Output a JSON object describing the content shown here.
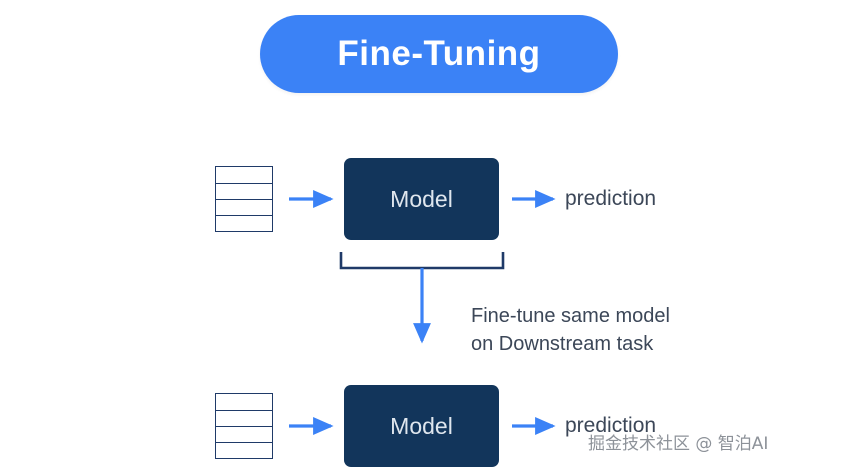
{
  "title": {
    "text": "Fine-Tuning",
    "pill_color": "#3b82f6",
    "text_color": "#ffffff"
  },
  "colors": {
    "model_box": "#12355b",
    "model_text": "#dfe6ee",
    "arrow": "#3b82f6",
    "outline": "#1f3a68",
    "body_text": "#3c4758",
    "background": "#ffffff"
  },
  "diagram": {
    "top_row": {
      "data_icon_name": "data-table",
      "model_label": "Model",
      "output_label": "prediction"
    },
    "bottom_row": {
      "data_icon_name": "data-table",
      "model_label": "Model",
      "output_label": "prediction"
    },
    "finetune_note": {
      "line1": "Fine-tune same model",
      "line2": "on Downstream task"
    }
  },
  "watermark": {
    "text": "掘金技术社区 @ 智泊AI"
  }
}
